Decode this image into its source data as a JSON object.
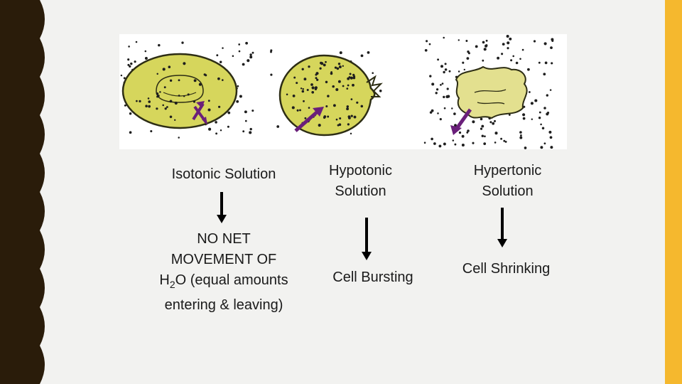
{
  "colors": {
    "background": "#f2f2f0",
    "left_border": "#2a1c0a",
    "right_accent": "#f5b82e",
    "cell_fill": "#d6d65c",
    "cell_stroke": "#2d2d14",
    "water_arrow": "#6a1f7a"
  },
  "columns": [
    {
      "cell_icon": "isotonic-cell-icon",
      "solution_label": "Isotonic Solution",
      "result_label_lines": [
        "NO NET",
        "MOVEMENT OF"
      ],
      "result_formula": {
        "before": "H",
        "sub": "2",
        "after": "O (equal amounts"
      },
      "result_label_last": "entering & leaving)"
    },
    {
      "cell_icon": "hypotonic-cell-icon",
      "solution_label_lines": [
        "Hypotonic",
        "Solution"
      ],
      "result_label": "Cell Bursting"
    },
    {
      "cell_icon": "hypertonic-cell-icon",
      "solution_label_lines": [
        "Hypertonic",
        "Solution"
      ],
      "result_label": "Cell Shrinking"
    }
  ]
}
